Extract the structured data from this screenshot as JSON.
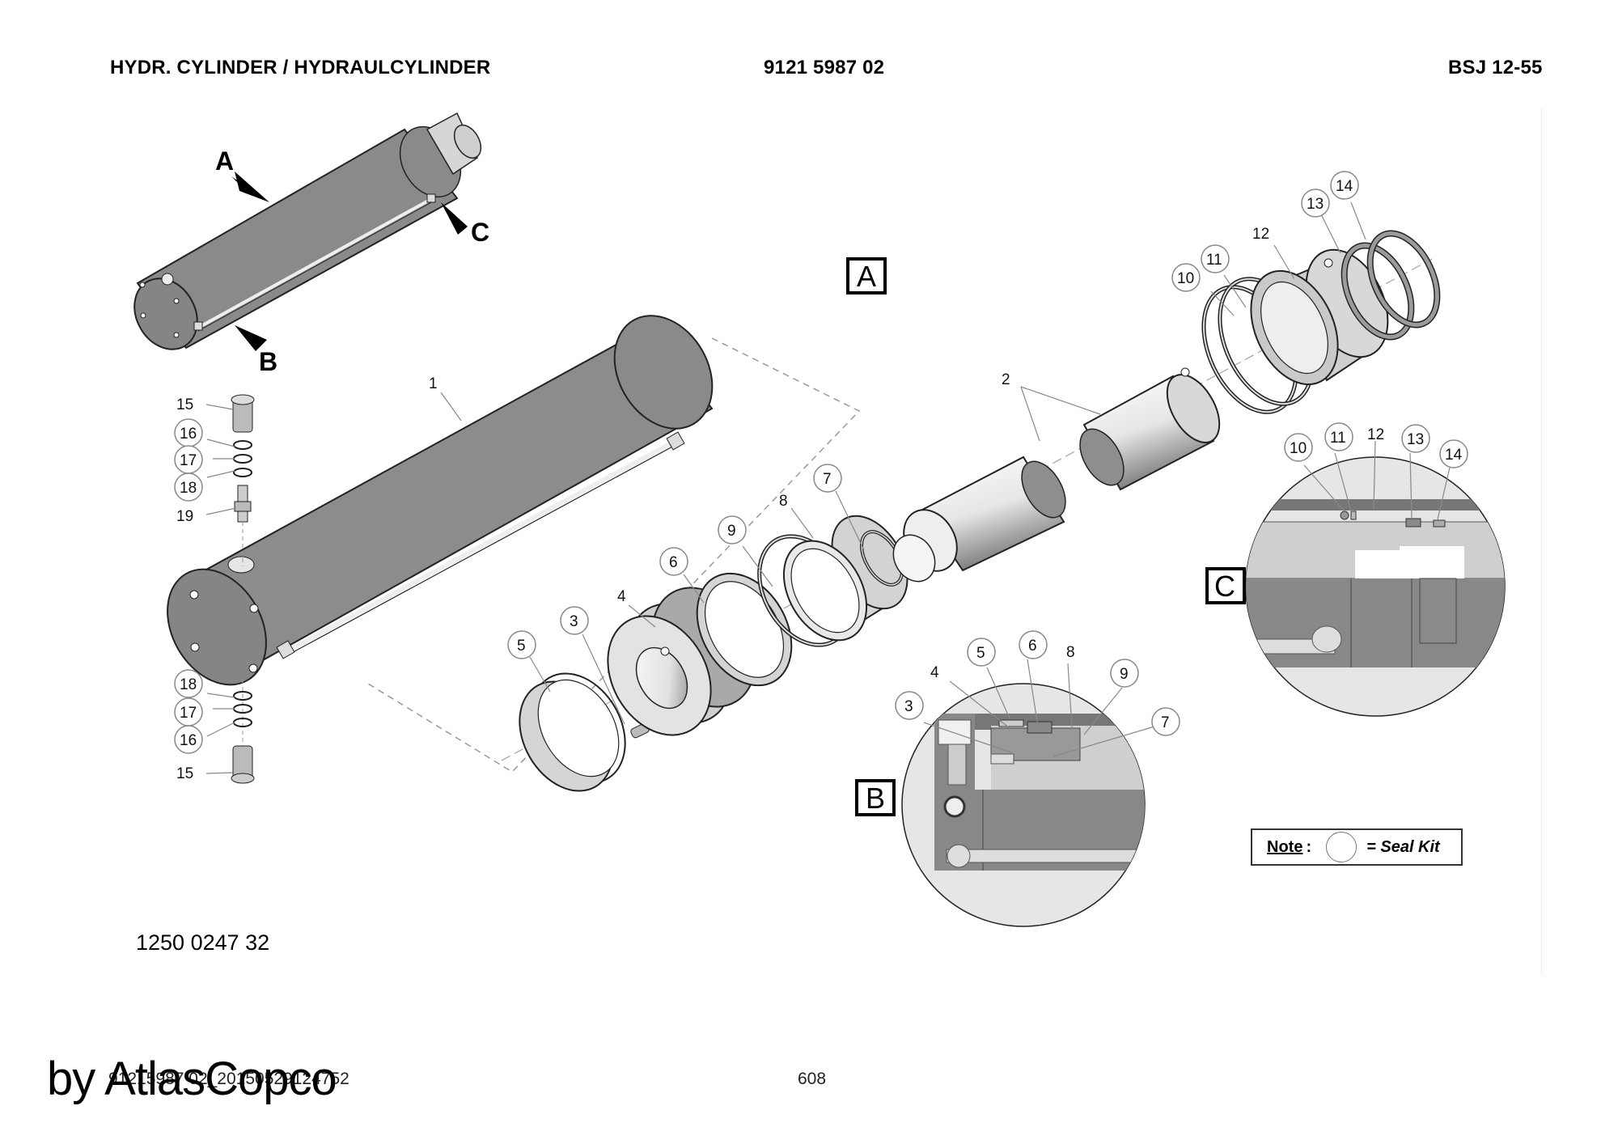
{
  "header": {
    "title": "HYDR. CYLINDER / HYDRAULCYLINDER",
    "part_number": "9121 5987 02",
    "model": "BSJ 12-55"
  },
  "reference_number": "1250 0247 32",
  "footer": {
    "document_id": "91215987 02_20150529124752",
    "page_number": "608",
    "watermark": "by AtlasCopco"
  },
  "overview_markers": [
    "A",
    "B",
    "C"
  ],
  "detail_views": [
    {
      "label": "A",
      "callouts": [
        "1",
        "2",
        "3",
        "4",
        "5",
        "6",
        "7",
        "8",
        "9",
        "10",
        "11",
        "12",
        "13",
        "14",
        "15",
        "16",
        "17",
        "18",
        "19"
      ]
    },
    {
      "label": "B",
      "callouts": [
        "3",
        "4",
        "5",
        "6",
        "7",
        "8",
        "9"
      ]
    },
    {
      "label": "C",
      "callouts": [
        "10",
        "11",
        "12",
        "13",
        "14"
      ]
    }
  ],
  "callouts": {
    "c1": "1",
    "c2": "2",
    "c3": "3",
    "c4": "4",
    "c5": "5",
    "c6": "6",
    "c7": "7",
    "c8": "8",
    "c9": "9",
    "c10": "10",
    "c11": "11",
    "c12": "12",
    "c13": "13",
    "c14": "14",
    "c15": "15",
    "c16": "16",
    "c17": "17",
    "c18": "18",
    "c19": "19"
  },
  "seal_kit_items": [
    "3",
    "5",
    "6",
    "7",
    "9",
    "10",
    "11",
    "13",
    "14",
    "16",
    "17",
    "18"
  ],
  "note": {
    "label": "Note",
    "colon": ":",
    "meaning": "= Seal Kit"
  },
  "colors": {
    "body_gray": "#8c8c8c",
    "light_part": "#d8d8d8",
    "outline": "#222222",
    "leader": "#888888"
  }
}
